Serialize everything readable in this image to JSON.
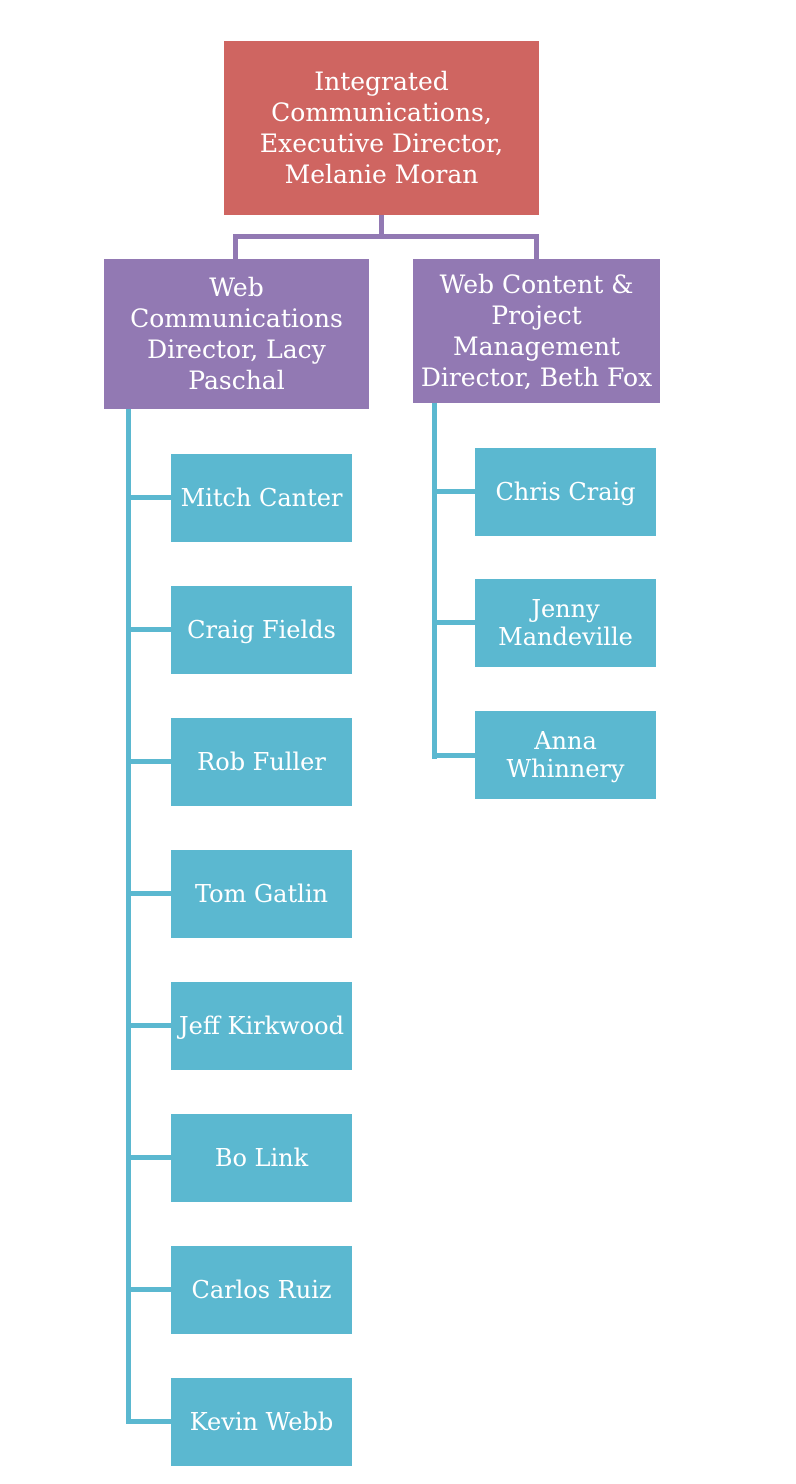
{
  "org_chart": {
    "root": {
      "label": "Integrated\nCommunications,\nExecutive Director,\nMelanie Moran",
      "color": "#cf6561"
    },
    "managers": [
      {
        "label": "Web\nCommunications\nDirector, Lacy\nPaschal",
        "color": "#9279b3",
        "reports": [
          "Mitch Canter",
          "Craig Fields",
          "Rob Fuller",
          "Tom Gatlin",
          "Jeff Kirkwood",
          "Bo Link",
          "Carlos Ruiz",
          "Kevin Webb"
        ]
      },
      {
        "label": "Web Content &\nProject\nManagement\nDirector, Beth Fox",
        "color": "#9279b3",
        "reports": [
          "Chris Craig",
          "Jenny\nMandeville",
          "Anna\nWhinnery"
        ]
      }
    ],
    "staff_color": "#5bb8d0"
  }
}
